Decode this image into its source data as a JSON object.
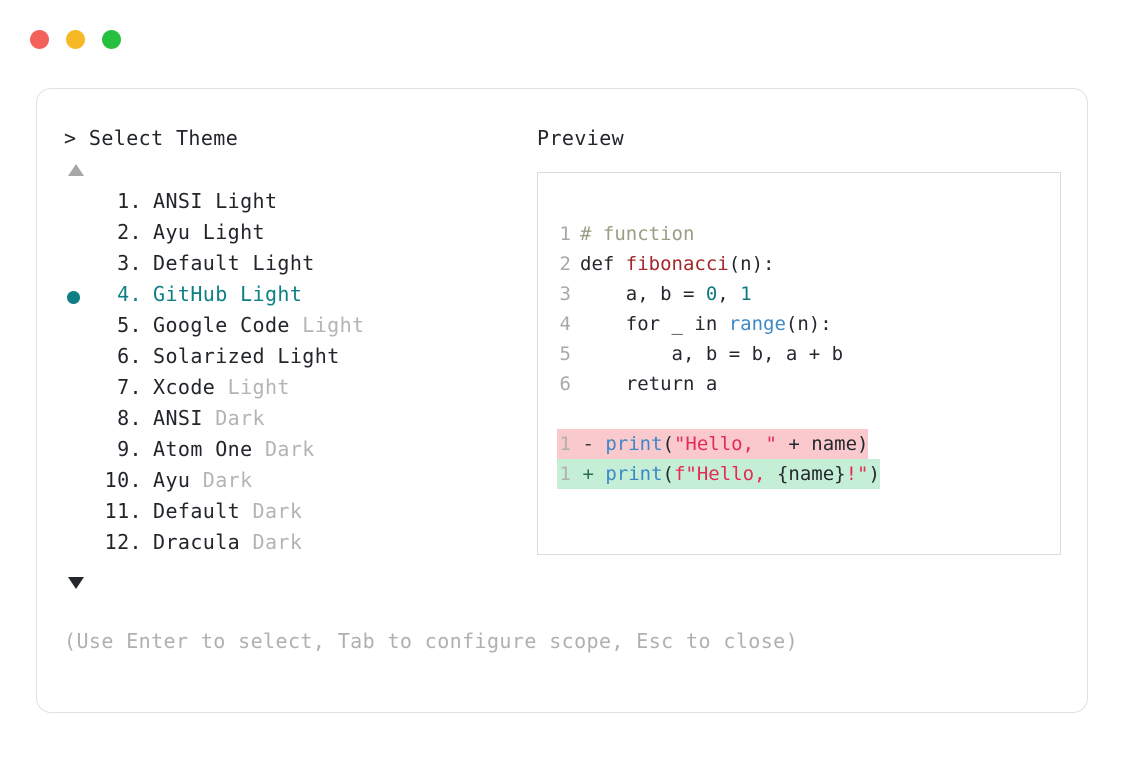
{
  "window": {
    "dots": [
      {
        "name": "close",
        "color": "#f4605a"
      },
      {
        "name": "minimize",
        "color": "#f6b825"
      },
      {
        "name": "maximize",
        "color": "#27c03e"
      }
    ]
  },
  "picker": {
    "prompt": "> Select Theme",
    "scroll_up_indicator": "▲",
    "scroll_down_indicator": "▼",
    "selected_index": 4,
    "items": [
      {
        "index": "1.",
        "name": "ANSI",
        "variant": " Light",
        "variant_muted": false,
        "selected": false
      },
      {
        "index": "2.",
        "name": "Ayu",
        "variant": " Light",
        "variant_muted": false,
        "selected": false
      },
      {
        "index": "3.",
        "name": "Default",
        "variant": " Light",
        "variant_muted": false,
        "selected": false
      },
      {
        "index": "4.",
        "name": "GitHub",
        "variant": " Light",
        "variant_muted": false,
        "selected": true
      },
      {
        "index": "5.",
        "name": "Google Code",
        "variant": " Light",
        "variant_muted": true,
        "selected": false
      },
      {
        "index": "6.",
        "name": "Solarized",
        "variant": " Light",
        "variant_muted": false,
        "selected": false
      },
      {
        "index": "7.",
        "name": "Xcode",
        "variant": " Light",
        "variant_muted": true,
        "selected": false
      },
      {
        "index": "8.",
        "name": "ANSI",
        "variant": " Dark",
        "variant_muted": true,
        "selected": false
      },
      {
        "index": "9.",
        "name": "Atom One",
        "variant": " Dark",
        "variant_muted": true,
        "selected": false
      },
      {
        "index": "10.",
        "name": "Ayu",
        "variant": " Dark",
        "variant_muted": true,
        "selected": false
      },
      {
        "index": "11.",
        "name": "Default",
        "variant": " Dark",
        "variant_muted": true,
        "selected": false
      },
      {
        "index": "12.",
        "name": "Dracula",
        "variant": " Dark",
        "variant_muted": true,
        "selected": false
      }
    ]
  },
  "preview": {
    "label": "Preview",
    "code_lines": [
      {
        "ln": "1",
        "tokens": [
          {
            "t": "# function",
            "c": "tok-comment"
          }
        ]
      },
      {
        "ln": "2",
        "tokens": [
          {
            "t": "def ",
            "c": "tok-kw"
          },
          {
            "t": "fibonacci",
            "c": "tok-fn"
          },
          {
            "t": "(n):",
            "c": "tok-plain"
          }
        ]
      },
      {
        "ln": "3",
        "tokens": [
          {
            "t": "    a, b = ",
            "c": "tok-plain"
          },
          {
            "t": "0",
            "c": "tok-num"
          },
          {
            "t": ", ",
            "c": "tok-plain"
          },
          {
            "t": "1",
            "c": "tok-num"
          }
        ]
      },
      {
        "ln": "4",
        "tokens": [
          {
            "t": "    for _ in ",
            "c": "tok-plain"
          },
          {
            "t": "range",
            "c": "tok-builtin"
          },
          {
            "t": "(n):",
            "c": "tok-plain"
          }
        ]
      },
      {
        "ln": "5",
        "tokens": [
          {
            "t": "        a, b = b, a + b",
            "c": "tok-plain"
          }
        ]
      },
      {
        "ln": "6",
        "tokens": [
          {
            "t": "    return a",
            "c": "tok-plain"
          }
        ]
      }
    ],
    "diff_lines": [
      {
        "ln": "1",
        "sign": "-",
        "kind": "del",
        "tokens": [
          {
            "t": "print",
            "c": "tok-builtin"
          },
          {
            "t": "(",
            "c": "tok-plain"
          },
          {
            "t": "\"Hello, \"",
            "c": "tok-str"
          },
          {
            "t": " + name)",
            "c": "tok-plain"
          }
        ]
      },
      {
        "ln": "1",
        "sign": "+",
        "kind": "add",
        "tokens": [
          {
            "t": "print",
            "c": "tok-builtin"
          },
          {
            "t": "(",
            "c": "tok-plain"
          },
          {
            "t": "f\"Hello, ",
            "c": "tok-str"
          },
          {
            "t": "{name}",
            "c": "tok-plain"
          },
          {
            "t": "!\"",
            "c": "tok-str"
          },
          {
            "t": ")",
            "c": "tok-plain"
          }
        ]
      }
    ]
  },
  "footer": {
    "hint": "(Use Enter to select, Tab to configure scope, Esc to close)"
  },
  "colors": {
    "accent_teal": "#0d7f85",
    "muted_gray": "#b4b4b4",
    "text_dark": "#22262b",
    "diff_del_bg": "#f9c9cd",
    "diff_add_bg": "#c5eed6",
    "card_border": "#e1e1e1",
    "preview_border": "#dcdcdc"
  }
}
